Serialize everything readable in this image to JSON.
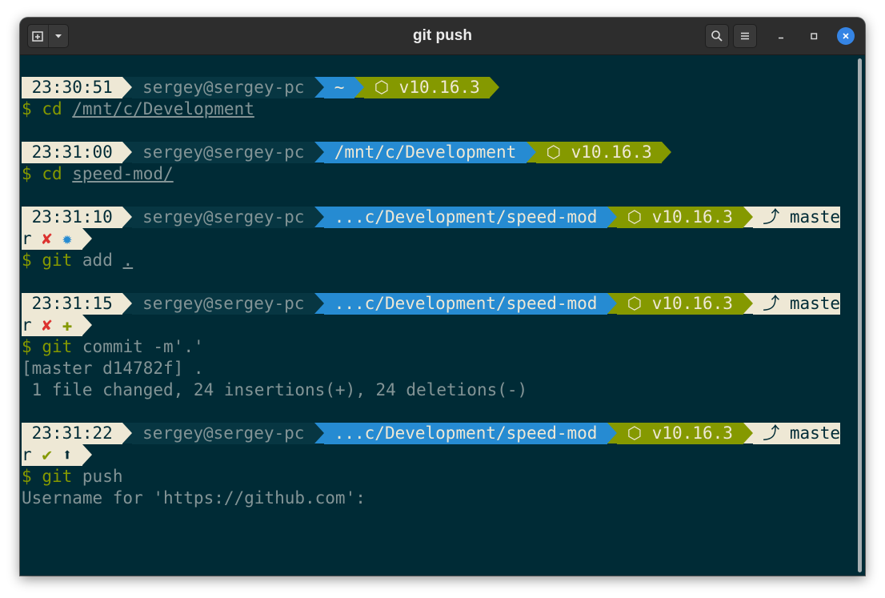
{
  "window": {
    "title": "git push"
  },
  "header": {
    "new_tab_icon": "new-tab-icon",
    "dropdown_icon": "chevron-down-icon",
    "search_icon": "search-icon",
    "menu_icon": "hamburger-menu-icon",
    "minimize_icon": "minimize-icon",
    "maximize_icon": "maximize-icon",
    "close_icon": "close-icon"
  },
  "colors": {
    "background": "#002b36",
    "base1": "#eee8d5",
    "base02": "#073642",
    "blue": "#268bd2",
    "green": "#859900",
    "red": "#dc322f",
    "text": "#839496"
  },
  "prompt": {
    "user": "sergey@sergey-pc",
    "node": "⬡ v10.16.3",
    "dollar": "$"
  },
  "blocks": [
    {
      "time": "23:30:51",
      "dir": "~",
      "cmd": "cd",
      "arg": "/mnt/c/Development"
    },
    {
      "time": "23:31:00",
      "dir": "/mnt/c/Development",
      "cmd": "cd",
      "arg": "speed-mod/"
    },
    {
      "time": "23:31:10",
      "dir": "...c/Development/speed-mod",
      "branch_a": "⤴ maste",
      "branch_b": "r",
      "status1": "✘",
      "status2": "✹",
      "cmd": "git",
      "arg": "add",
      "arg2": "."
    },
    {
      "time": "23:31:15",
      "dir": "...c/Development/speed-mod",
      "branch_a": "⤴ maste",
      "branch_b": "r",
      "status1": "✘",
      "status2": "✚",
      "cmd": "git",
      "arg": "commit -m'.'",
      "output": [
        "[master d14782f] .",
        " 1 file changed, 24 insertions(+), 24 deletions(-)"
      ]
    },
    {
      "time": "23:31:22",
      "dir": "...c/Development/speed-mod",
      "branch_a": "⤴ maste",
      "branch_b": "r",
      "status1": "✔",
      "status2": "⬆",
      "cmd": "git",
      "arg": "push",
      "output": [
        "Username for 'https://github.com':"
      ]
    }
  ]
}
